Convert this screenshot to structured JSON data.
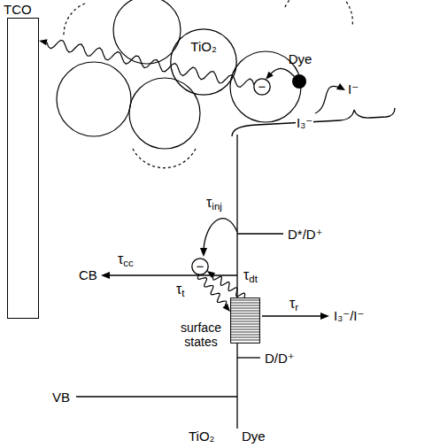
{
  "diagram": {
    "nodes": [
      {
        "text": [
          "TCO"
        ]
      },
      {
        "text": [
          "TiO₂"
        ]
      },
      {
        "text": [
          "Dye"
        ]
      },
      {
        "text": [
          "−"
        ]
      },
      {
        "text": [
          "−"
        ]
      },
      {
        "text": [
          "surface states"
        ]
      }
    ],
    "edges": [
      {
        "from": 2,
        "to": 3,
        "arrow": "to"
      },
      {
        "from": 3,
        "to": 0,
        "arrow": "to"
      },
      {
        "from": 5,
        "to": 4,
        "label": "τdt",
        "arrow": "to"
      },
      {
        "from": 4,
        "to": 5,
        "label": "τt",
        "arrow": "to"
      }
    ],
    "labels": [
      "I⁻",
      "I₃⁻",
      "τinj",
      "D*/D⁺",
      "τcc",
      "CB",
      "τr",
      "I₃⁻/I⁻",
      "D/D⁺",
      "VB",
      "TiO₂",
      "Dye"
    ]
  }
}
